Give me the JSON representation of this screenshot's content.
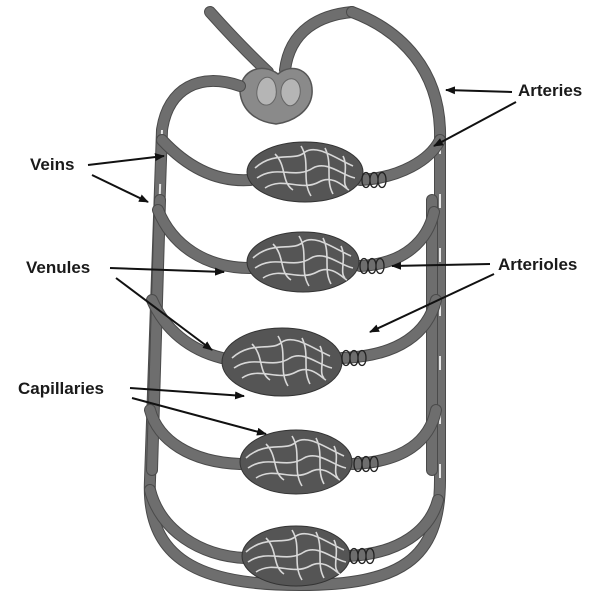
{
  "labels": {
    "arteries": "Arteries",
    "veins": "Veins",
    "venules": "Venules",
    "arterioles": "Arterioles",
    "capillaries": "Capillaries"
  },
  "colors": {
    "vessel": "#6e6e6e",
    "capillary_bed": "#555555",
    "text": "#1a1a1a"
  },
  "capillary_bed_count": 5
}
